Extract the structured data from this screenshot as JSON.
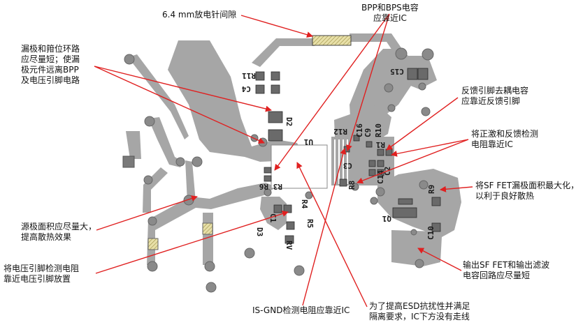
{
  "colors": {
    "copper": "#a6a6a6",
    "pad": "#6f6f6f",
    "via_ring": "#8a8a8a",
    "arrow": "#e02020",
    "silkscreen": "#1a1a1a",
    "background": "#ffffff"
  },
  "annotations": {
    "spark_gap": "6.4 mm放电针间隙",
    "bpp_bps_cap": [
      "BPP和BPS电容",
      "应靠近IC"
    ],
    "drain_clamp_loop": [
      "漏极和箝位环路",
      "应尽量短；使漏",
      "极元件远离BPP",
      "及电压引脚电路"
    ],
    "feedback_decoupling": [
      "反馈引脚去耦电容",
      "应靠近反馈引脚"
    ],
    "fb_resistors": [
      "将正激和反馈检测",
      "电阻靠近IC"
    ],
    "sf_fet_drain": [
      "将SF FET漏极面积最大化，",
      "以利于良好散热"
    ],
    "source_area": [
      "源极面积应尽量大，",
      "提高散热效果"
    ],
    "output_loop": [
      "输出SF FET和输出滤波",
      "电容回路应尽量短"
    ],
    "voltage_resistor": [
      "将电压引脚检测电阻",
      "靠近电压引脚放置"
    ],
    "is_gnd": "IS-GND检测电阻应靠近IC",
    "esd": [
      "为了提高ESD抗扰性并满足",
      "隔离要求，IC下方没有走线"
    ]
  },
  "silkscreen": {
    "r11": "R11",
    "c4": "C4",
    "c15": "C15",
    "d2": "D2",
    "u1": "U1",
    "r12": "R12",
    "c16": "C16",
    "c9": "C9",
    "c3": "C3",
    "r10": "R10",
    "r1": "R1",
    "c14": "C14",
    "c2": "C2",
    "r9": "R9",
    "r8": "R8",
    "q1": "Q1",
    "c10": "C10",
    "r3": "R3",
    "r6": "R6",
    "r5": "R5",
    "c1": "C1",
    "d3": "D3",
    "r4": "R4",
    "rv": "RV"
  }
}
